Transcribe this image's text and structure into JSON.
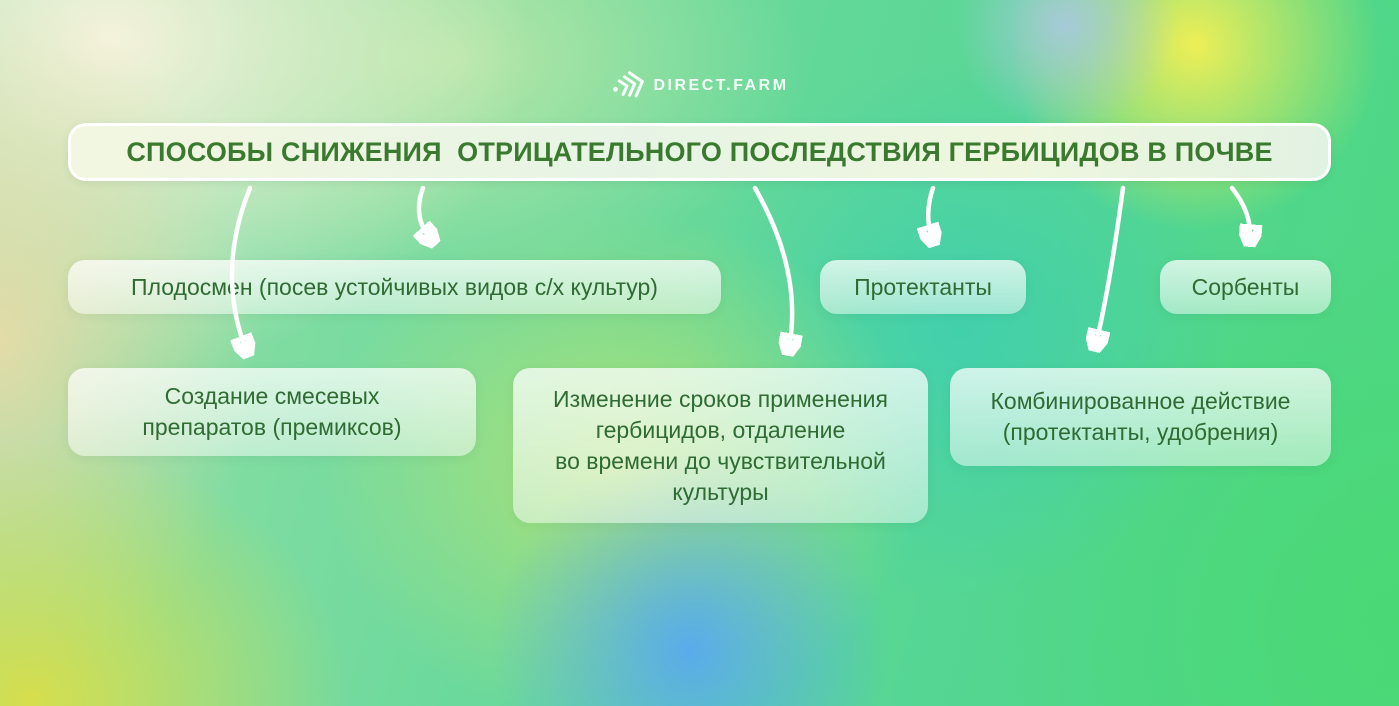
{
  "brand": {
    "name": "DIRECT.FARM",
    "icon": "chevrons-right-icon"
  },
  "title": "СПОСОБЫ СНИЖЕНИЯ  ОТРИЦАТЕЛЬНОГО ПОСЛЕДСТВИЯ ГЕРБИЦИДОВ В ПОЧВЕ",
  "nodes": {
    "crop_rotation": "Плодосмен (посев устойчивых видов с/х культур)",
    "protectants": "Протектанты",
    "sorbents": "Сорбенты",
    "mix_preparations": "Создание смесевых\nпрепаратов (премиксов)",
    "timing_change": "Изменение сроков применения\nгербицидов, отдаление\nво времени до чувствительной\nкультуры",
    "combined_action": "Комбинированное действие\n(протектанты, удобрения)"
  },
  "colors": {
    "title_text": "#3a7a2e",
    "node_text": "#2f6b33",
    "arrow": "#ffffff",
    "bg_yellow": "#f2ee57",
    "bg_blue": "#57a9ef",
    "bg_teal": "#3ecfb0",
    "bg_green": "#52d68d",
    "bg_cream": "#f9f3de"
  }
}
